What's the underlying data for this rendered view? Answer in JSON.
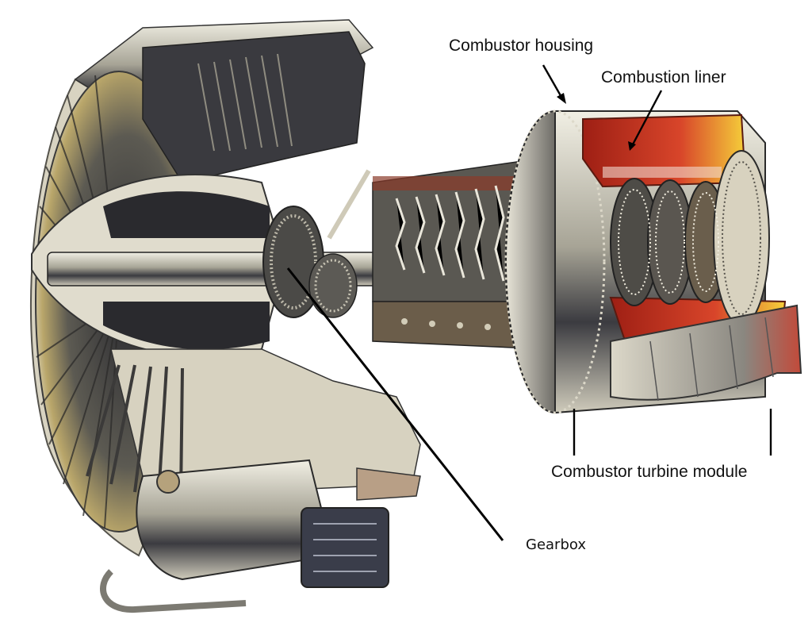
{
  "diagram": {
    "subject": "Turbofan engine cutaway illustration",
    "labels": {
      "combustor_housing": "Combustor housing",
      "combustion_liner": "Combustion liner",
      "combustor_turbine_module": "Combustor turbine module",
      "gearbox": "Gearbox"
    },
    "components_depicted": [
      "fan",
      "fan case",
      "nose cone",
      "main shaft",
      "gearbox",
      "compressor stages",
      "combustor housing",
      "combustion liner",
      "turbine stages",
      "exhaust nozzle",
      "accessory gearbox"
    ],
    "colors": {
      "background": "#ffffff",
      "metal_light": "#d9d6c8",
      "metal_mid": "#9a978a",
      "metal_dark": "#2a2a2e",
      "combustion_red": "#c8321e",
      "flame_yellow": "#f2c230",
      "leader_line": "#000000"
    }
  }
}
